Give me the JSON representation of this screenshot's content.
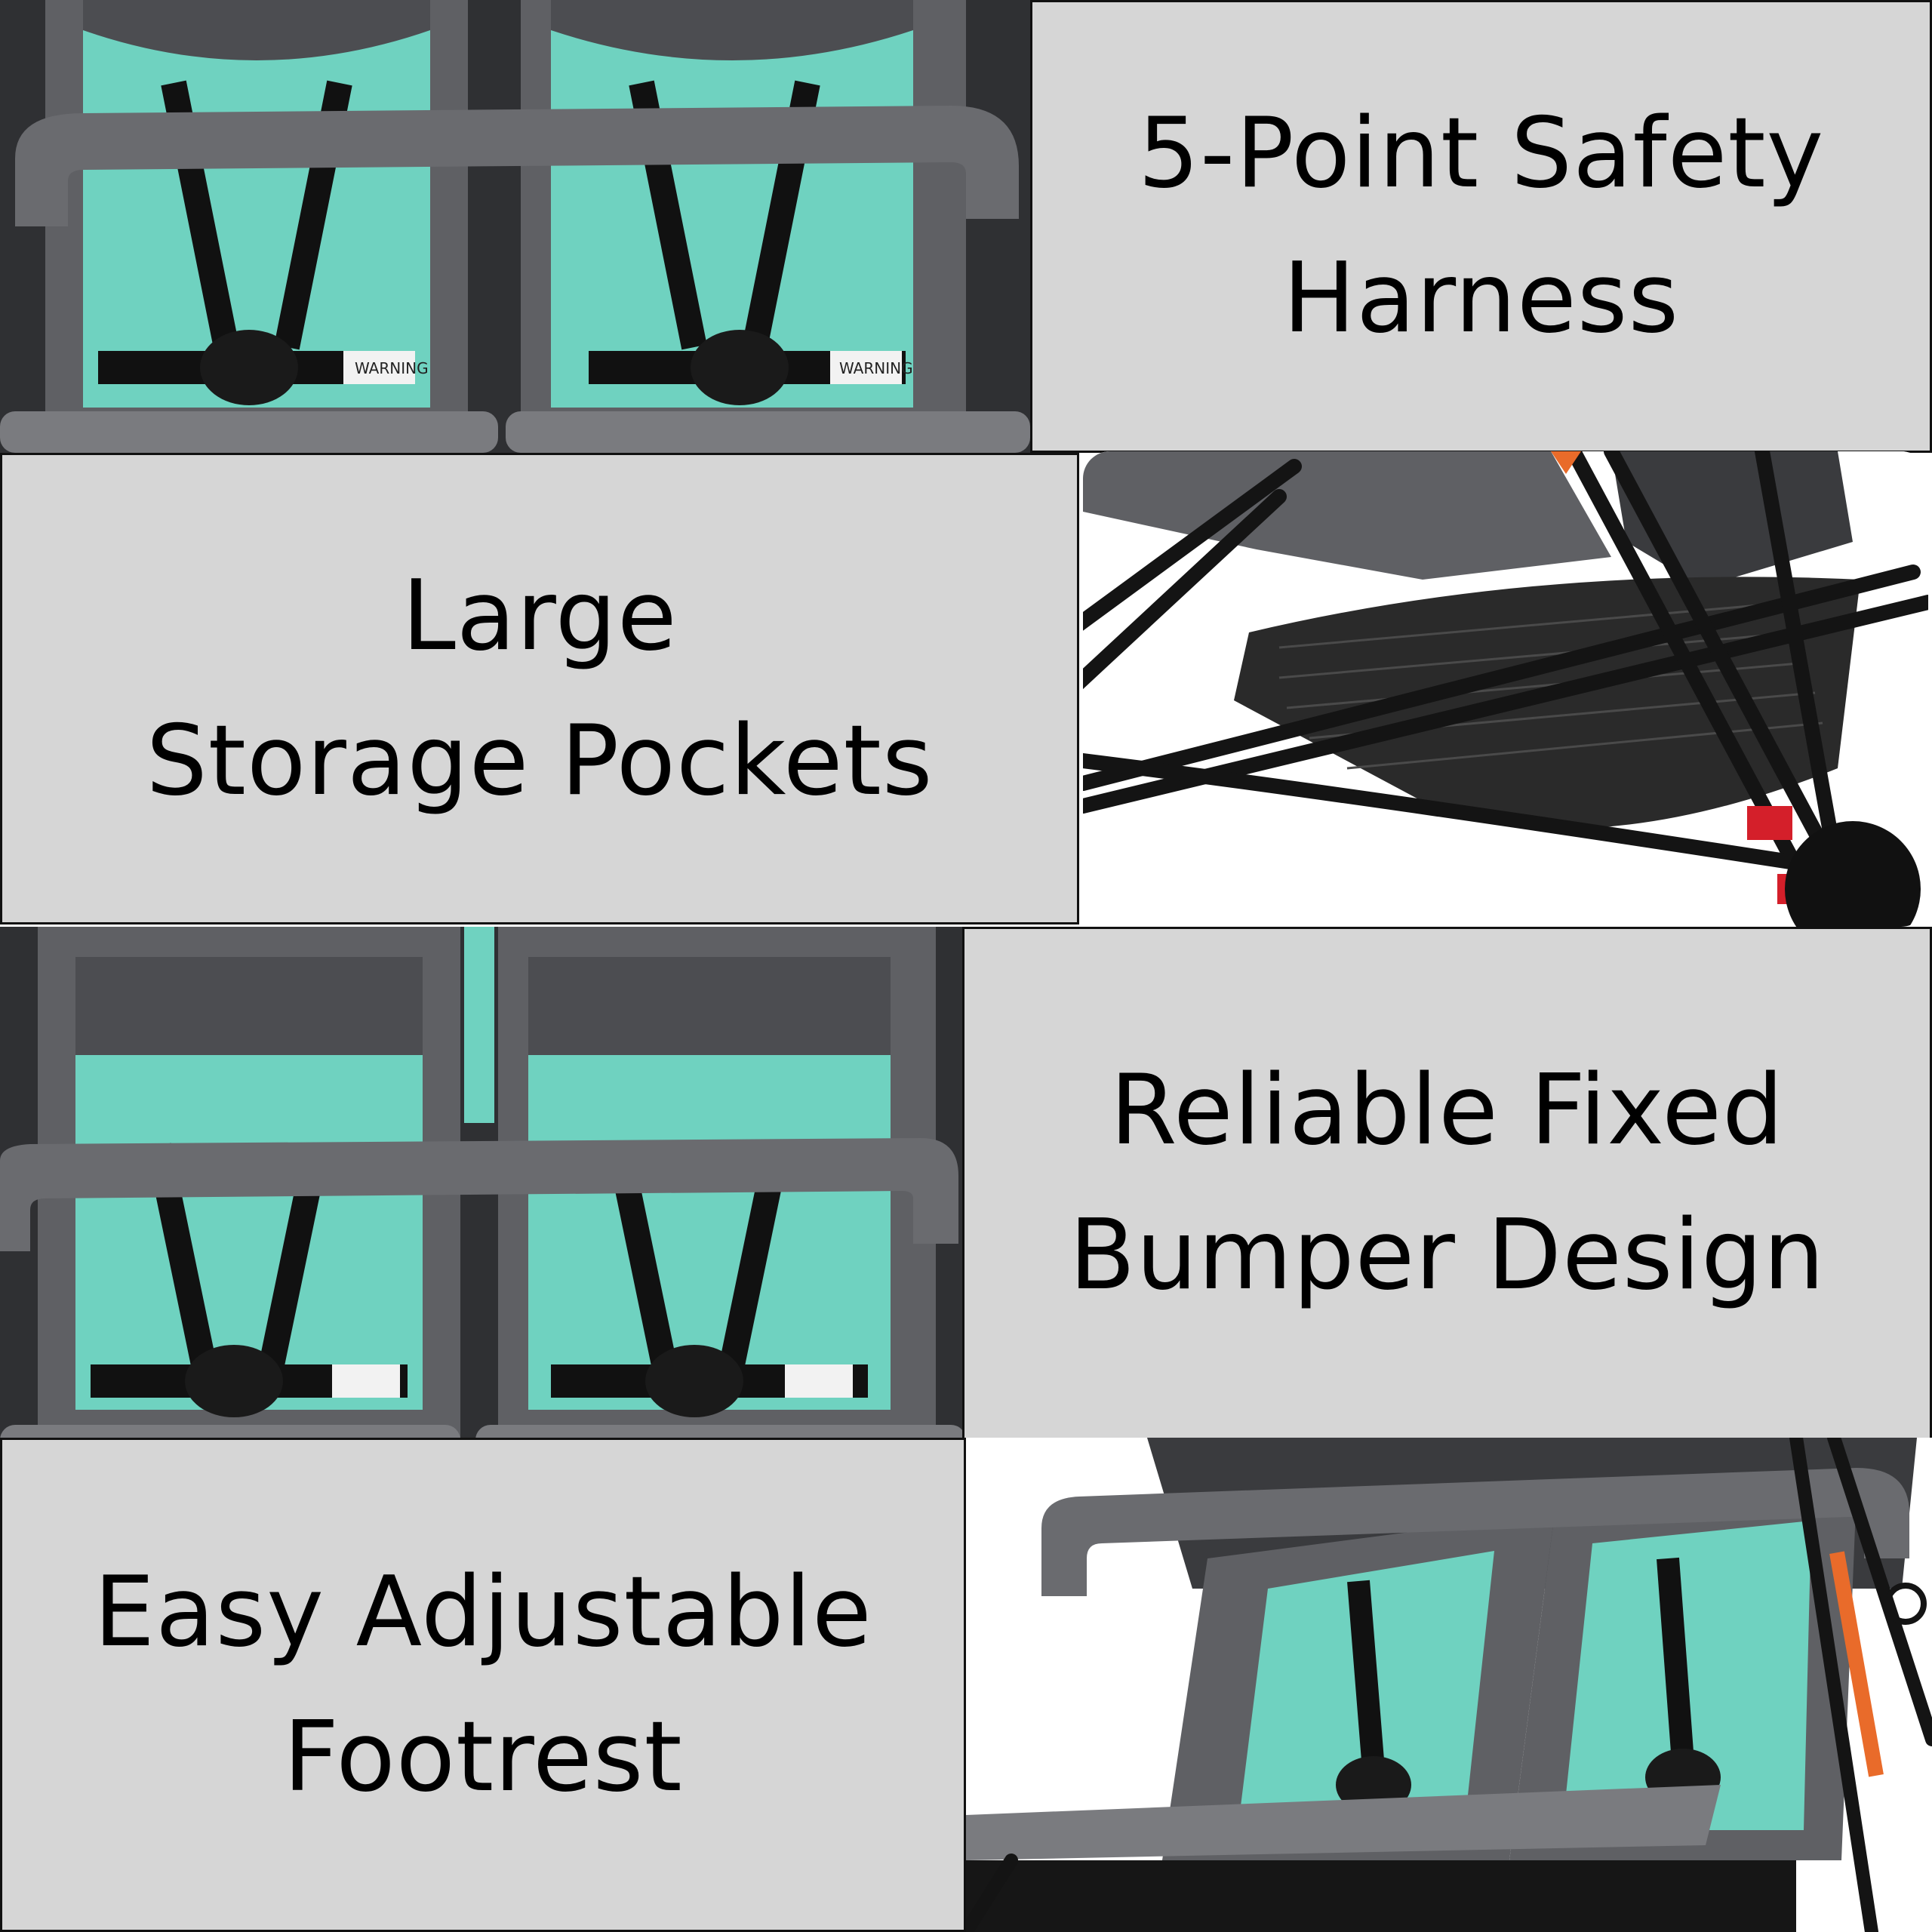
{
  "features": [
    {
      "line1": "5-Point Safety",
      "line2": "Harness",
      "photo": "twin-seat-harness-photo"
    },
    {
      "line1": "Large",
      "line2": "Storage Pockets",
      "photo": "under-seat-basket-photo"
    },
    {
      "line1": "Reliable Fixed",
      "line2": "Bumper Design",
      "photo": "twin-seat-bumper-photo"
    },
    {
      "line1": "Easy Adjustable",
      "line2": "Footrest",
      "photo": "angled-stroller-footrest-photo"
    }
  ],
  "harness_label": "WARNING",
  "colors": {
    "panel_bg": "#d6d6d6",
    "fabric_gray": "#5f6064",
    "fabric_teal": "#6fd2c0",
    "frame_black": "#1a1a1a",
    "accent_red": "#d41f2a",
    "accent_orange": "#e96b2a"
  }
}
